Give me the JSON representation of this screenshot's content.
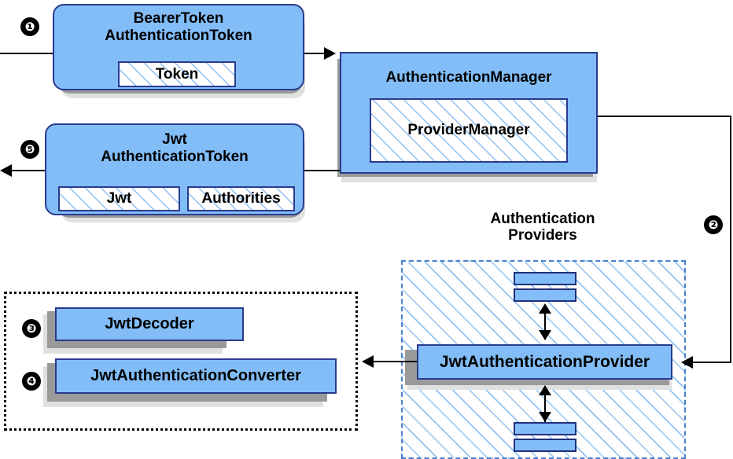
{
  "diagram": {
    "title": "Spring Security JWT Bearer Token Authentication Flow",
    "colors": {
      "node_fill": "#82bdf7",
      "node_border": "#2a3b8f",
      "slot_fill": "#ffffff",
      "hatch": "#78b2f0",
      "shadow_dark": "#9a9a9a",
      "shadow_light": "#e0e0e0",
      "group_dashed_blue": "#4a7fd0",
      "group_dotted_black": "#000000",
      "line": "#000000",
      "badge_fill": "#000000",
      "badge_text": "#ffffff"
    }
  },
  "steps": [
    {
      "id": "step-1",
      "label": "❶",
      "number": "1"
    },
    {
      "id": "step-2",
      "label": "❷",
      "number": "2"
    },
    {
      "id": "step-3",
      "label": "❸",
      "number": "3"
    },
    {
      "id": "step-4",
      "label": "❹",
      "number": "4"
    },
    {
      "id": "step-5",
      "label": "❺",
      "number": "5"
    }
  ],
  "nodes": {
    "bearer_token": {
      "line1": "BearerToken",
      "line2": "AuthenticationToken",
      "slot": "Token"
    },
    "jwt_token": {
      "line1": "Jwt",
      "line2": "AuthenticationToken",
      "slot_left": "Jwt",
      "slot_right": "Authorities"
    },
    "authentication_manager": {
      "title": "AuthenticationManager",
      "slot": "ProviderManager"
    },
    "authentication_providers": {
      "caption_line1": "Authentication",
      "caption_line2": "Providers",
      "provider": "JwtAuthenticationProvider"
    },
    "jwt_support": {
      "decoder": "JwtDecoder",
      "converter": "JwtAuthenticationConverter"
    }
  }
}
